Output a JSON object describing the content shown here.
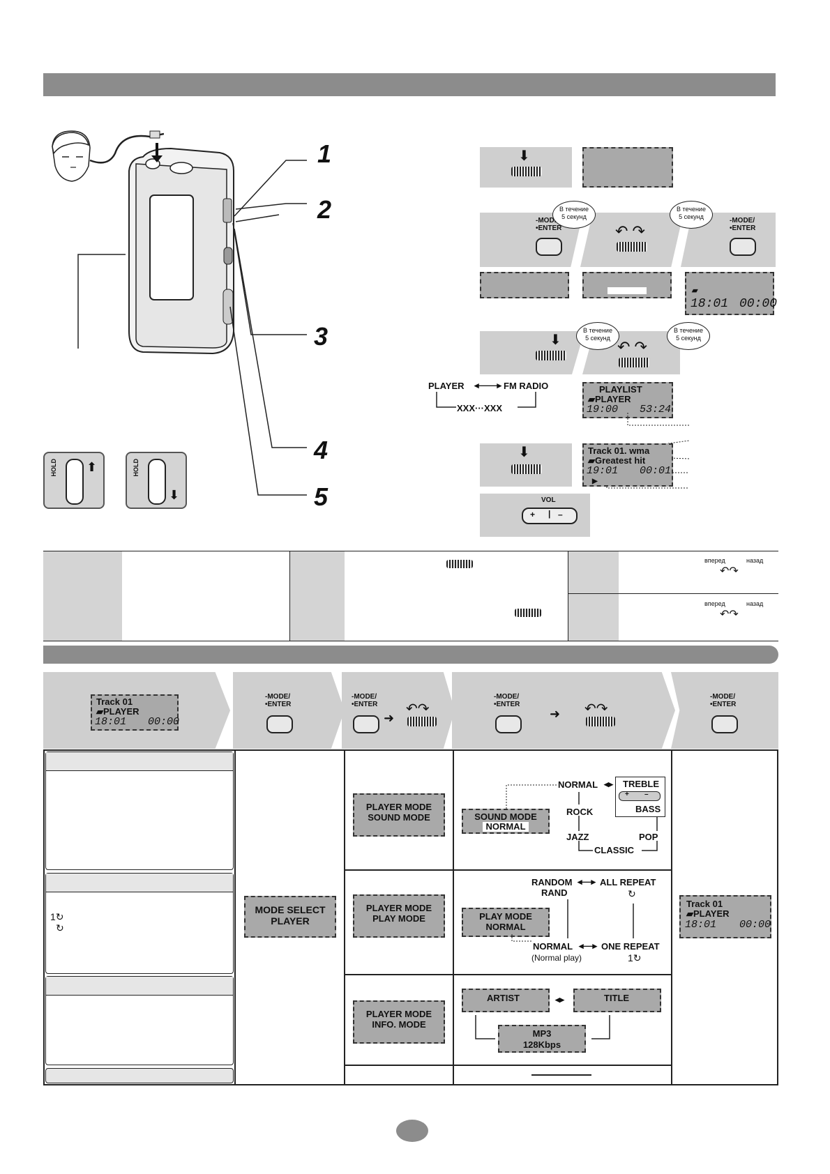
{
  "diagram": {
    "callouts": [
      "1",
      "2",
      "3",
      "4",
      "5"
    ],
    "bubble_text": "В течение\n5 секунд",
    "mode_enter": {
      "line1": "-MODE/",
      "line2": "•ENTER"
    },
    "source_cycle": {
      "player": "PLAYER",
      "fm": "FM RADIO",
      "xxx": "XXX···XXX"
    },
    "playlist_lcd": {
      "line1": "PLAYLIST",
      "line2": "PLAYER",
      "time": "19:00",
      "total": "53:24"
    },
    "folder_lcd": {
      "time": "18:01",
      "total": "00:00"
    },
    "track_lcd": {
      "line1": "Track 01. wma",
      "line2": "Greatest hit",
      "time": "19:01",
      "total": "00:01"
    },
    "vol_label": "VOL",
    "hold_label": "HOLD"
  },
  "jog": {
    "forward": "вперед",
    "back": "назад"
  },
  "steps": {
    "start_lcd": {
      "line1": "Track 01",
      "line2": "PLAYER",
      "time": "18:01",
      "total": "00:00"
    },
    "end_lcd": {
      "line1": "Track 01",
      "line2": "PLAYER",
      "time": "18:01",
      "total": "00:00"
    },
    "mode_select": {
      "line1": "MODE SELECT",
      "line2": "PLAYER"
    }
  },
  "rows": {
    "sound": {
      "lcd": {
        "line1": "PLAYER MODE",
        "line2": "SOUND MODE"
      },
      "current": {
        "line1": "SOUND MODE",
        "line2": "NORMAL"
      },
      "normal": "NORMAL",
      "treble": "TREBLE",
      "bass": "BASS",
      "rock": "ROCK",
      "pop": "POP",
      "jazz": "JAZZ",
      "classic": "CLASSIC"
    },
    "play": {
      "lcd": {
        "line1": "PLAYER MODE",
        "line2": "PLAY MODE"
      },
      "current": {
        "line1": "PLAY MODE",
        "line2": "NORMAL"
      },
      "random": "RANDOM",
      "rand": "RAND",
      "all_repeat": "ALL REPEAT",
      "normal": "NORMAL",
      "normal_note": "(Normal play)",
      "one_repeat": "ONE REPEAT",
      "one_icon": "1",
      "left_icon1": "1"
    },
    "info": {
      "lcd": {
        "line1": "PLAYER MODE",
        "line2": "INFO. MODE"
      },
      "artist": "ARTIST",
      "title": "TITLE",
      "mp3": "MP3",
      "kbps": "128Kbps"
    }
  }
}
